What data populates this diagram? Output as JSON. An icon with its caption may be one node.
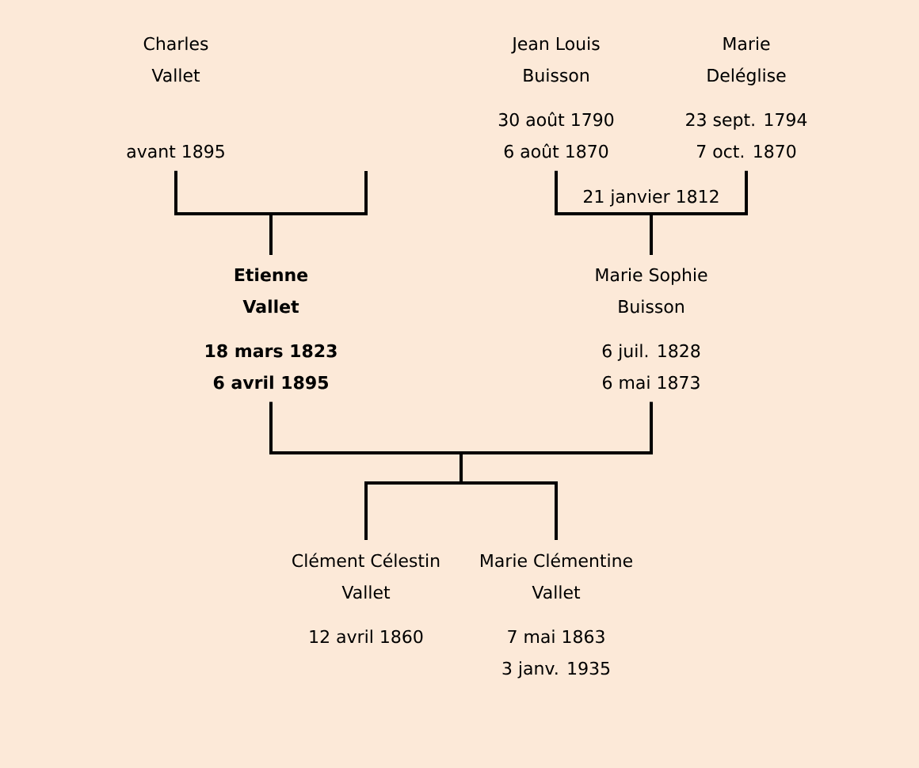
{
  "diagram": {
    "nodes": [
      {
        "text": [
          "Charles Vallet",
          "avant 1895"
        ]
      },
      {
        "text": [
          "Jean Louis Buisson",
          "30 août 1790",
          "6 août 1870"
        ]
      },
      {
        "text": [
          "Marie Deléglise",
          "23 sept. 1794",
          "7 oct. 1870"
        ]
      },
      {
        "text": [
          "Etienne Vallet",
          "18 mars 1823",
          "6 avril 1895"
        ]
      },
      {
        "text": [
          "Marie Sophie Buisson",
          "6 juil. 1828",
          "6 mai 1873"
        ]
      },
      {
        "text": [
          "Clément Célestin Vallet",
          "12 avril 1860"
        ]
      },
      {
        "text": [
          "Marie Clémentine Vallet",
          "7 mai 1863",
          "3 janv. 1935"
        ]
      }
    ],
    "edges": [
      {
        "from": 0,
        "to": 3,
        "arrow": "none"
      },
      {
        "from": null,
        "to": 3,
        "arrow": "none"
      },
      {
        "from": 1,
        "to": 4,
        "arrow": "none"
      },
      {
        "from": 2,
        "to": 4,
        "arrow": "none"
      },
      {
        "from": 3,
        "to": 5,
        "arrow": "none"
      },
      {
        "from": 3,
        "to": 6,
        "arrow": "none"
      },
      {
        "from": 4,
        "to": 5,
        "arrow": "none"
      },
      {
        "from": 4,
        "to": 6,
        "arrow": "none"
      }
    ],
    "labels": [
      "21 janvier 1812"
    ]
  }
}
